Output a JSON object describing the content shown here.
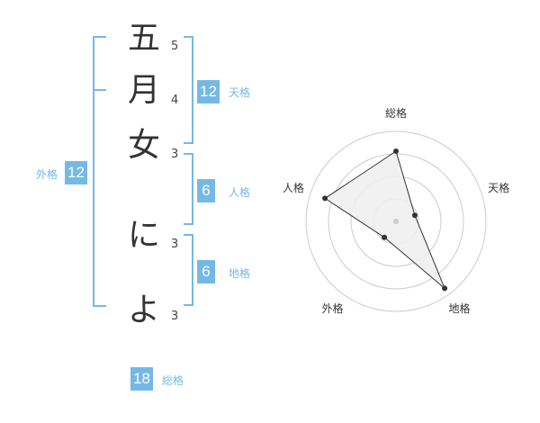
{
  "name": {
    "chars": [
      "五",
      "月",
      "女",
      "に",
      "よ"
    ],
    "strokes": [
      "5",
      "4",
      "3",
      "3",
      "3"
    ]
  },
  "kaku": {
    "tenkaku": {
      "label": "天格",
      "value": "12"
    },
    "jinkaku": {
      "label": "人格",
      "value": "6"
    },
    "chikaku": {
      "label": "地格",
      "value": "6"
    },
    "gaikaku": {
      "label": "外格",
      "value": "12"
    },
    "soukaku": {
      "label": "総格",
      "value": "18"
    }
  },
  "chart_data": {
    "type": "radar",
    "axes": [
      "総格",
      "天格",
      "地格",
      "外格",
      "人格"
    ],
    "values": [
      0.78,
      0.22,
      0.92,
      0.22,
      0.83
    ],
    "rings": 4,
    "colors": {
      "fill": "#eeeeee",
      "stroke": "#333333",
      "grid": "#cccccc",
      "center": "#cccccc"
    }
  },
  "colors": {
    "accent": "#74b9e6"
  }
}
